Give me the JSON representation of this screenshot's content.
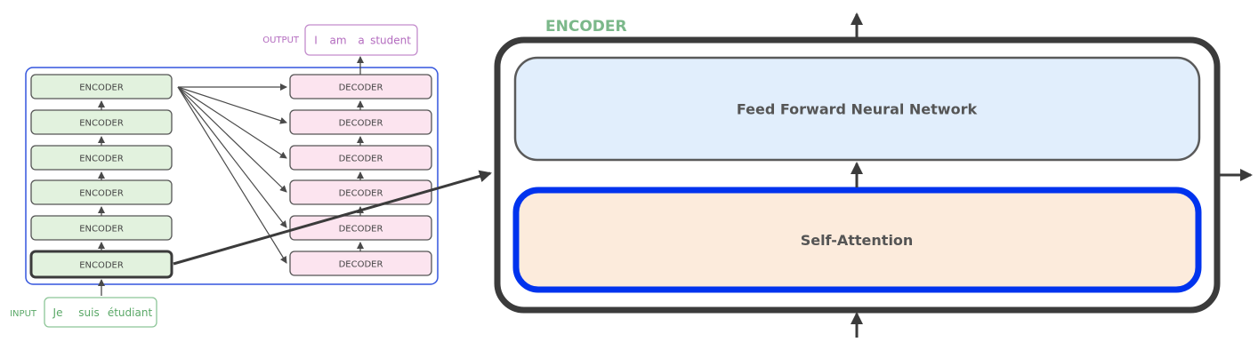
{
  "left_diagram": {
    "output_label": "OUTPUT",
    "output_words": [
      "I",
      "am",
      "a",
      "student"
    ],
    "input_label": "INPUT",
    "input_words": [
      "Je",
      "suis",
      "étudiant"
    ],
    "encoder_labels": [
      "ENCODER",
      "ENCODER",
      "ENCODER",
      "ENCODER",
      "ENCODER",
      "ENCODER"
    ],
    "decoder_labels": [
      "DECODER",
      "DECODER",
      "DECODER",
      "DECODER",
      "DECODER",
      "DECODER"
    ]
  },
  "right_diagram": {
    "title": "ENCODER",
    "ffn_label": "Feed Forward Neural Network",
    "self_attention_label": "Self-Attention"
  },
  "colors": {
    "encoder_fill": "#e2f2de",
    "decoder_fill": "#fce4ef",
    "stack_border": "#3355dd",
    "output_text": "#b36bbf",
    "input_text": "#5aa867",
    "title_text": "#7bb88a",
    "ffn_fill": "#e1eefc",
    "self_attention_fill": "#fcebdc",
    "self_attention_border": "#0033ee",
    "outer_border": "#3b3b3b"
  }
}
